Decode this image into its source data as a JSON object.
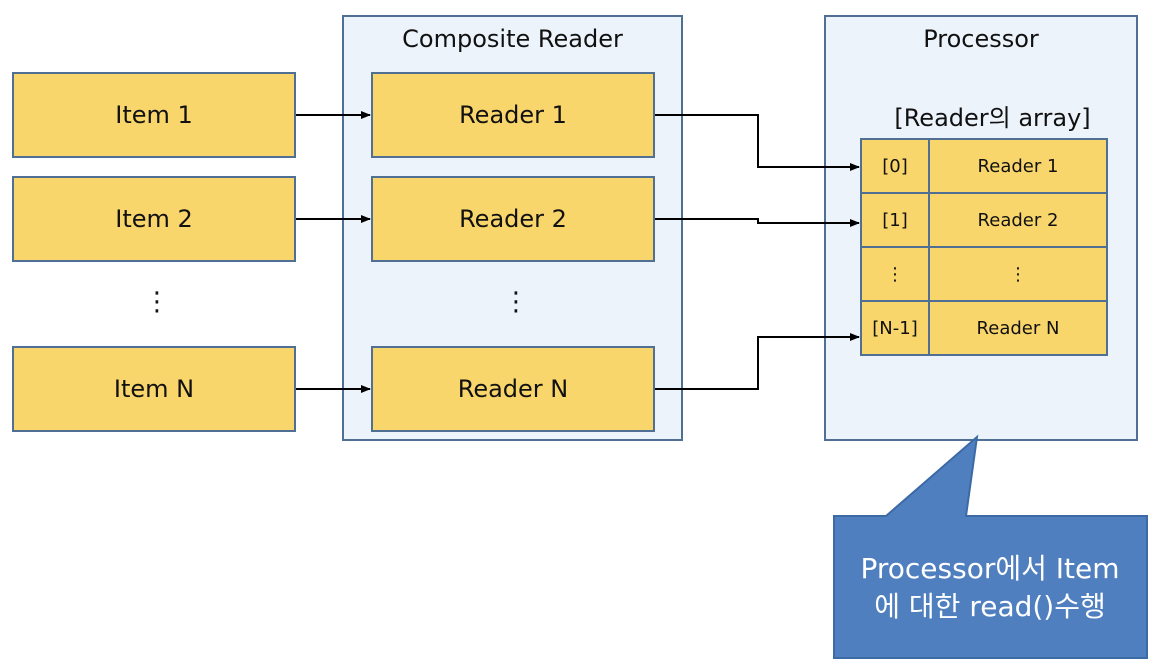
{
  "items": [
    "Item 1",
    "Item 2",
    "Item N"
  ],
  "items_ellipsis": "⋮",
  "composite_reader": {
    "title": "Composite Reader",
    "readers": [
      "Reader 1",
      "Reader 2",
      "Reader N"
    ],
    "ellipsis": "⋮"
  },
  "processor": {
    "title": "Processor",
    "array_label": "[Reader의 array]",
    "array": [
      {
        "index": "[0]",
        "value": "Reader 1"
      },
      {
        "index": "[1]",
        "value": "Reader 2"
      },
      {
        "index": "⋮",
        "value": "⋮"
      },
      {
        "index": "[N-1]",
        "value": "Reader N"
      }
    ]
  },
  "callout": {
    "line1": "Processor에서 Item",
    "line2": "에 대한 read()수행",
    "color": "#4f7fbf"
  },
  "colors": {
    "box_fill": "#f9d66b",
    "box_border": "#4f6f95",
    "panel_fill": "#edf3fb"
  }
}
